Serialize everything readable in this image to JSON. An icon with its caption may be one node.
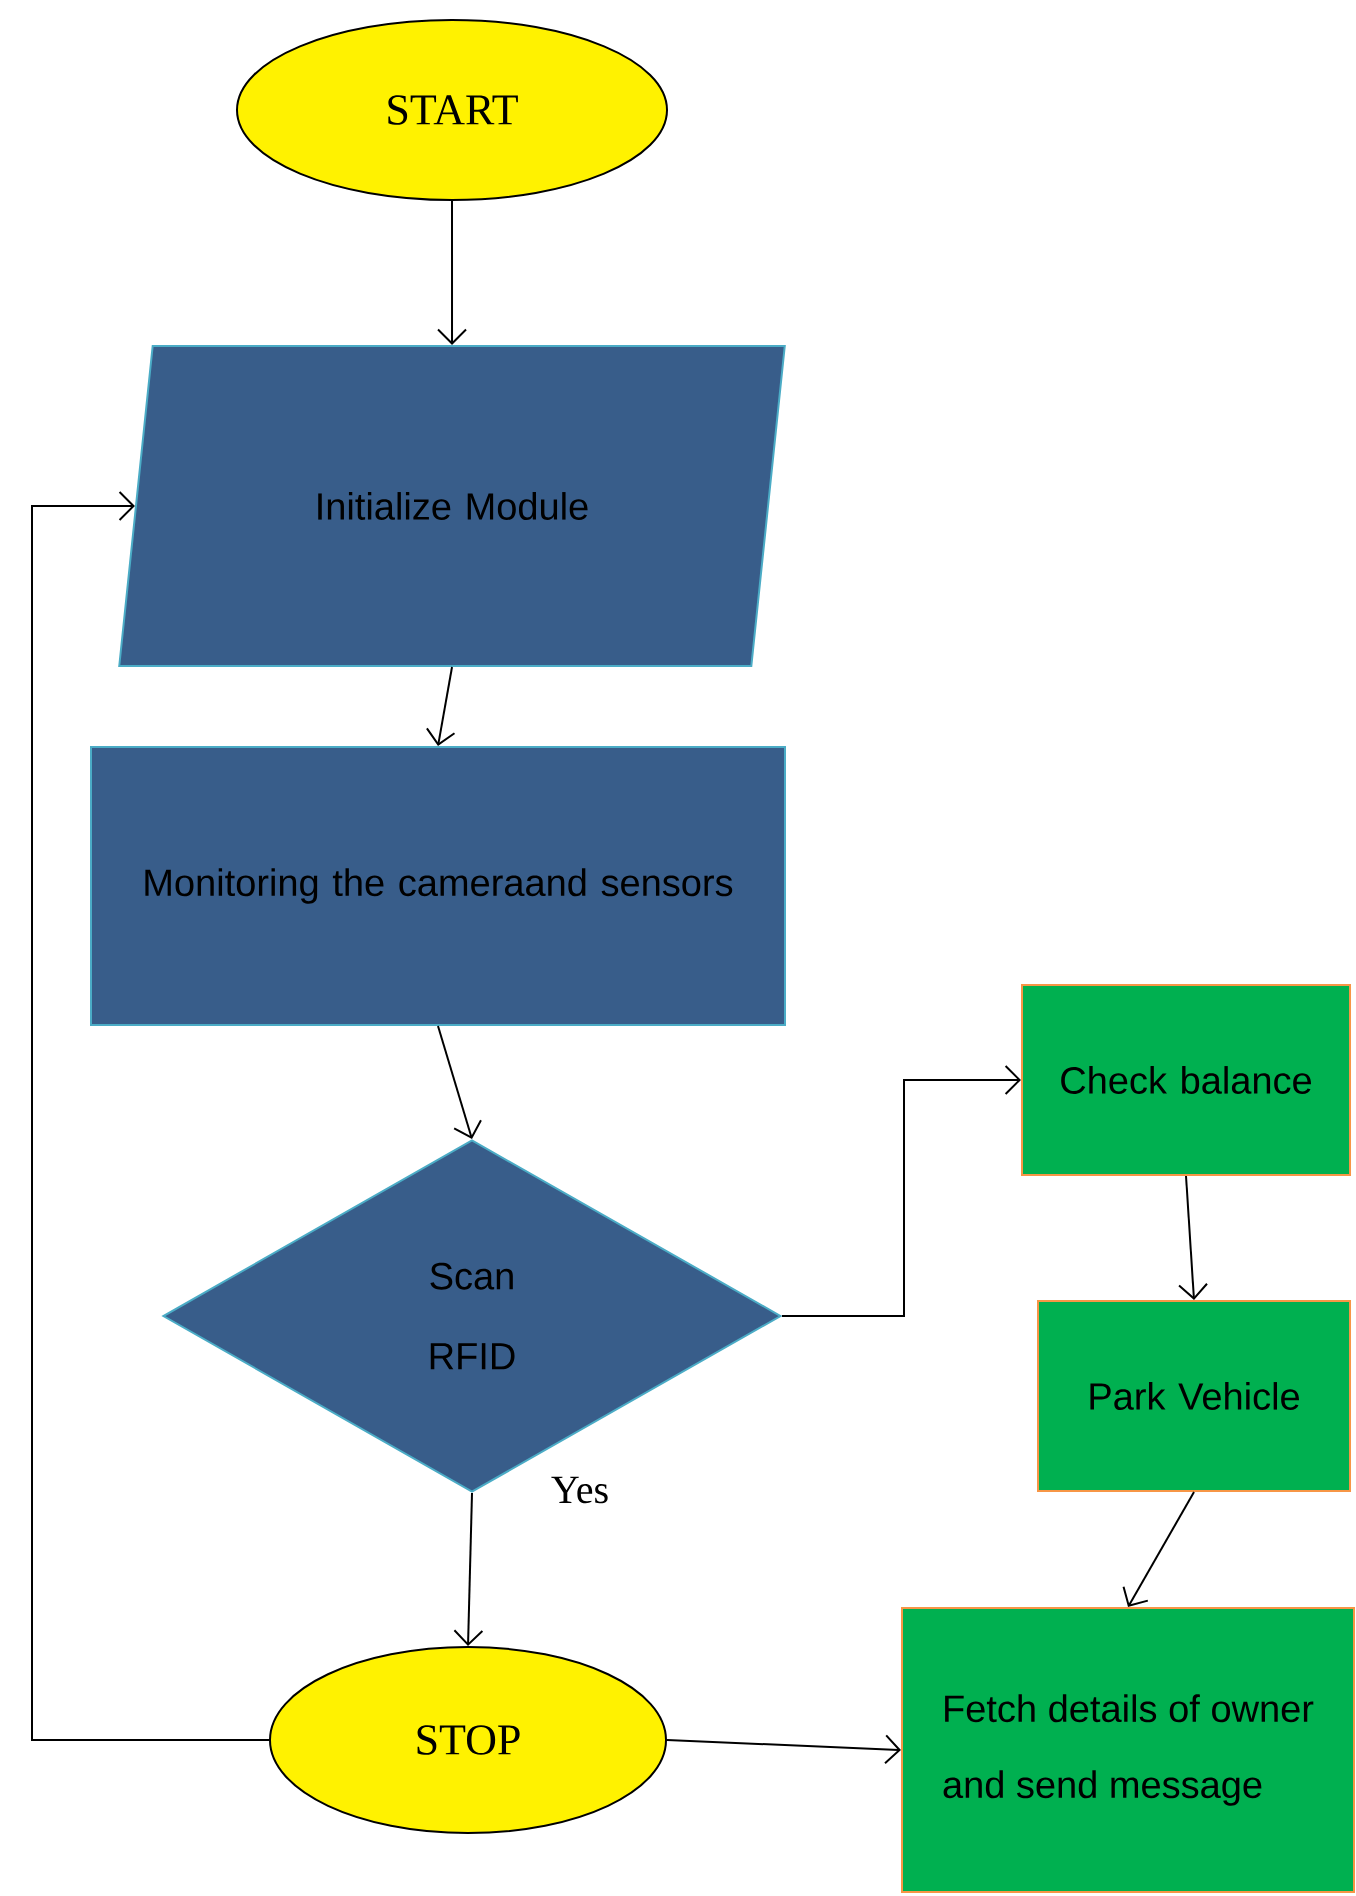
{
  "diagram": {
    "nodes": [
      {
        "text": [
          "START"
        ]
      },
      {
        "text": [
          "Initialize Module"
        ]
      },
      {
        "text": [
          "Monitoring the cameraand sensors"
        ]
      },
      {
        "text": [
          "Scan RFID"
        ]
      },
      {
        "text": [
          "STOP"
        ]
      },
      {
        "text": [
          "Check balance"
        ]
      },
      {
        "text": [
          "Park Vehicle"
        ]
      },
      {
        "text": [
          "Fetch details of owner and send message"
        ]
      }
    ],
    "edges": [
      {
        "from": 0,
        "to": 1,
        "arrow": "to"
      },
      {
        "from": 1,
        "to": 2,
        "arrow": "to"
      },
      {
        "from": 2,
        "to": 3,
        "arrow": "to"
      },
      {
        "from": 3,
        "to": 4,
        "arrow": "to",
        "label": "Yes"
      },
      {
        "from": 3,
        "to": 5,
        "arrow": "to"
      },
      {
        "from": 5,
        "to": 6,
        "arrow": "to"
      },
      {
        "from": 6,
        "to": 7,
        "arrow": "to"
      },
      {
        "from": 4,
        "to": 7,
        "arrow": "to"
      },
      {
        "from": 4,
        "to": 1,
        "arrow": "to"
      }
    ]
  }
}
